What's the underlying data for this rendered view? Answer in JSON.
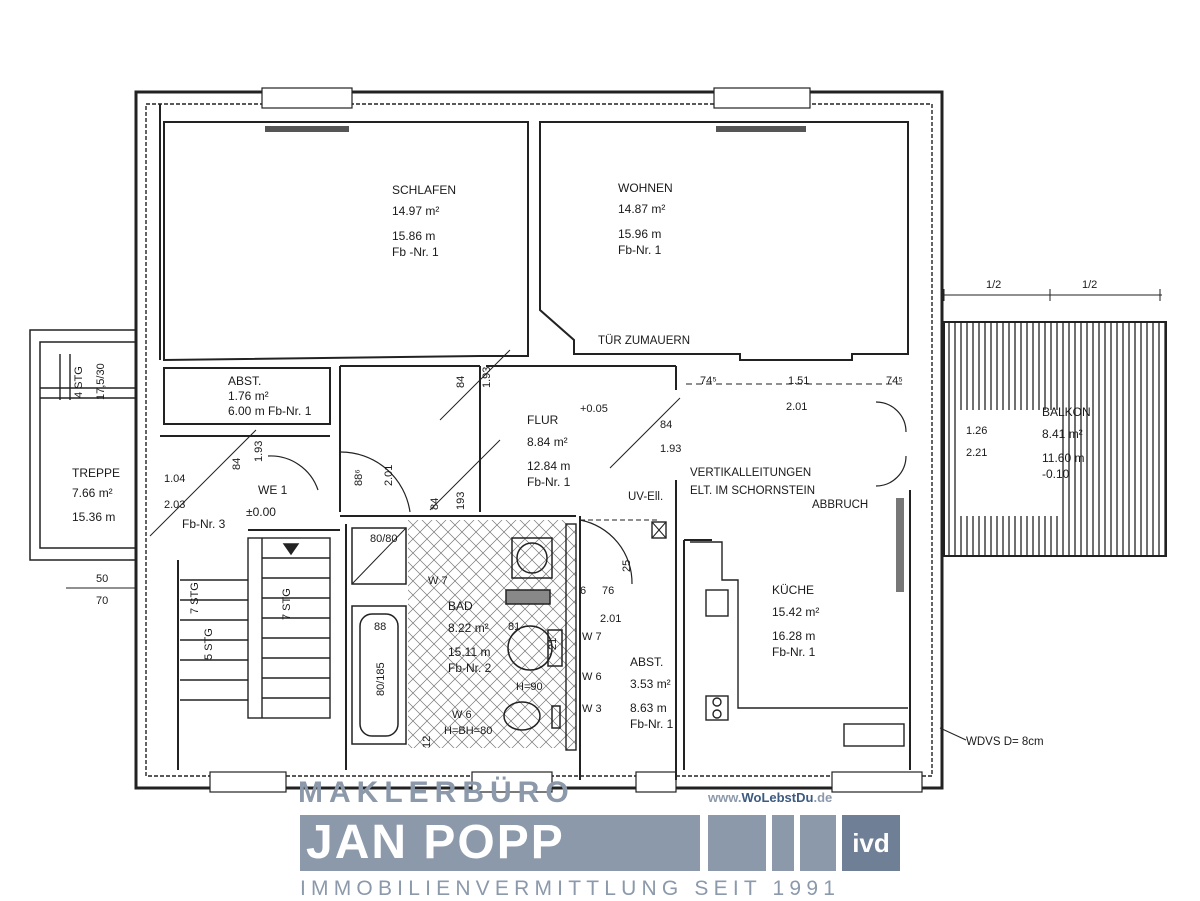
{
  "rooms": {
    "schlafen": {
      "name": "SCHLAFEN",
      "area": "14.97 m²",
      "perimeter": "15.86 m",
      "fb": "Fb -Nr. 1"
    },
    "wohnen": {
      "name": "WOHNEN",
      "area": "14.87 m²",
      "perimeter": "15.96 m",
      "fb": "Fb-Nr. 1"
    },
    "abst1": {
      "name": "ABST.",
      "area": "1.76 m²",
      "line": "6.00 m  Fb-Nr. 1"
    },
    "treppe": {
      "name": "TREPPE",
      "area": "7.66 m²",
      "perimeter": "15.36 m"
    },
    "flur": {
      "name": "FLUR",
      "area": "8.84 m²",
      "perimeter": "12.84 m",
      "fb": "Fb-Nr. 1",
      "level": "+0.05"
    },
    "bad": {
      "name": "BAD",
      "area": "8.22 m²",
      "perimeter": "15.11 m",
      "fb": "Fb-Nr. 2"
    },
    "abst2": {
      "name": "ABST.",
      "area": "3.53 m²",
      "perimeter": "8.63 m",
      "fb": "Fb-Nr. 1"
    },
    "kueche": {
      "name": "KÜCHE",
      "area": "15.42 m²",
      "perimeter": "16.28 m",
      "fb": "Fb-Nr. 1"
    },
    "balkon": {
      "name": "BALKON",
      "area": "8.41 m²",
      "perimeter": "11.60 m",
      "level": "-0.10"
    },
    "we1": {
      "name": "WE 1",
      "level": "±0.00",
      "fb": "Fb-Nr. 3"
    }
  },
  "dimensions": {
    "d84a": "84",
    "d193a": "1.93",
    "d74a": "74⁵",
    "d151": "1.51",
    "d74b": "74⁵",
    "d201a": "2.01",
    "d84b": "84",
    "d193b": "1.93",
    "d126": "1.26",
    "d221": "2.21",
    "d104": "1.04",
    "d203": "2.03",
    "d84c": "84",
    "d193c": "1.93",
    "d886": "88⁶",
    "d201b": "2.01",
    "d84d": "84",
    "d193d": "193",
    "d50": "50",
    "d70": "70",
    "d8080": "80/80",
    "d88": "88",
    "d80185": "80/185",
    "d81": "81",
    "d6": "6",
    "d76": "76",
    "d25": "25",
    "d201c": "2.01",
    "d21": "21",
    "d12": "12",
    "half1": "1/2",
    "half2": "1/2"
  },
  "annotations": {
    "tuer": "TÜR ZUMAUERN",
    "vert1": "VERTIKALLEITUNGEN",
    "vert2": "ELT. IM SCHORNSTEIN",
    "abbruch": "ABBRUCH",
    "uv": "UV-Ell.",
    "stg4": "4 STG",
    "stg175": "17,5/30",
    "stg7a": "7 STG",
    "stg7b": "7 STG",
    "stg5": "5 STG",
    "w7a": "W 7",
    "w7b": "W 7",
    "w6a": "W 6",
    "w6b": "W 6",
    "w3": "W 3",
    "h90": "H=90",
    "hbh": "H=BH=80",
    "wdvs": "WDVS D= 8cm"
  },
  "branding": {
    "maklerbuero": "MAKLERBÜRO",
    "web_pre": "www.",
    "web_mid": "WoLebstDu",
    "web_post": ".de",
    "name": "JAN POPP",
    "ivd": "ivd",
    "tagline": "IMMOBILIENVERMITTLUNG SEIT 1991"
  }
}
